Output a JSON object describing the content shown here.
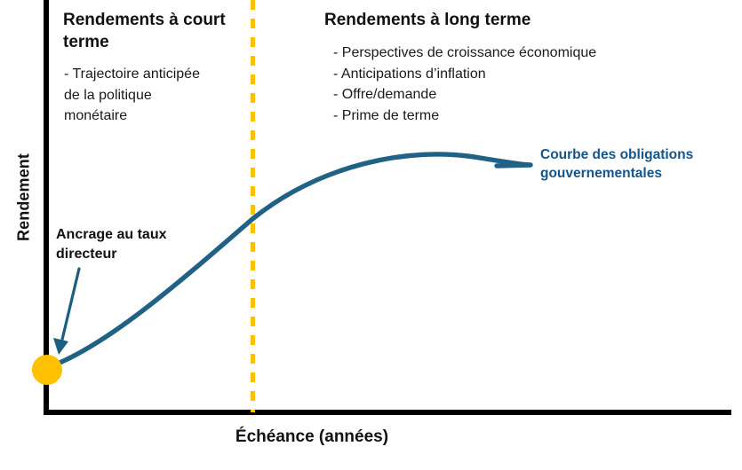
{
  "chart_data": {
    "type": "line",
    "title": "",
    "xlabel": "Échéance (années)",
    "ylabel": "Rendement",
    "grid": false,
    "axis_ticks": {
      "x": [],
      "y": []
    },
    "series": [
      {
        "name": "Courbe des obligations gouvernementales",
        "color": "#1F6286",
        "shape": "concave-increasing-yield-curve",
        "points": [
          {
            "x": 0.0,
            "y": 0.0
          },
          {
            "x": 0.08,
            "y": 0.14
          },
          {
            "x": 0.18,
            "y": 0.28
          },
          {
            "x": 0.3,
            "y": 0.43
          },
          {
            "x": 0.43,
            "y": 0.58
          },
          {
            "x": 0.56,
            "y": 0.71
          },
          {
            "x": 0.7,
            "y": 0.84
          },
          {
            "x": 0.84,
            "y": 0.94
          },
          {
            "x": 1.0,
            "y": 1.0
          }
        ]
      }
    ],
    "markers": [
      {
        "name": "Ancrage au taux directeur",
        "type": "point",
        "color": "#FFC000",
        "x": 0.0,
        "y": 0.0
      }
    ],
    "annotations": [
      {
        "name": "short-term-long-term-divider",
        "type": "vertical-dashed-line",
        "color": "#FFC000",
        "x": 0.425
      }
    ],
    "axis_color": "#000000"
  },
  "colors": {
    "curve": "#1F6286",
    "accent_yellow": "#FFC000",
    "label_blue": "#14558C",
    "axis_black": "#000000"
  },
  "axes": {
    "y_title": "Rendement",
    "x_title": "Échéance (années)"
  },
  "short_term": {
    "heading": "Rendements à court terme",
    "bullets": [
      "- Trajectoire anticipée",
      "de la politique",
      "monétaire"
    ]
  },
  "long_term": {
    "heading": "Rendements à long terme",
    "bullets": [
      "- Perspectives de croissance économique",
      "- Anticipations d’inflation",
      "- Offre/demande",
      "- Prime de terme"
    ]
  },
  "curve_label": {
    "lines": [
      "Courbe des obligations",
      "gouvernementales"
    ]
  },
  "anchor_label": {
    "lines": [
      "Ancrage au taux",
      "directeur"
    ]
  }
}
